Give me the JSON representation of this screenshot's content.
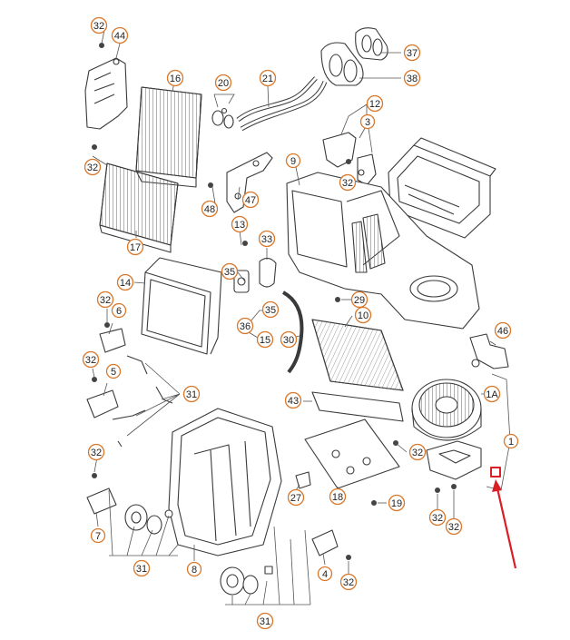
{
  "diagram": {
    "colors": {
      "line": "#3a3a3a",
      "part_fill": "#ffffff",
      "callout_ring": "#d9772a",
      "leader": "#555555",
      "arrow": "#d81f26",
      "highlight": "#d81f26"
    },
    "callouts": [
      {
        "id": "c32a",
        "label": "32"
      },
      {
        "id": "c44",
        "label": "44"
      },
      {
        "id": "c16",
        "label": "16"
      },
      {
        "id": "c20",
        "label": "20"
      },
      {
        "id": "c21",
        "label": "21"
      },
      {
        "id": "c37",
        "label": "37"
      },
      {
        "id": "c38",
        "label": "38"
      },
      {
        "id": "c12",
        "label": "12"
      },
      {
        "id": "c3",
        "label": "3"
      },
      {
        "id": "c9",
        "label": "9"
      },
      {
        "id": "c32b",
        "label": "32"
      },
      {
        "id": "c32c",
        "label": "32"
      },
      {
        "id": "c47",
        "label": "47"
      },
      {
        "id": "c48",
        "label": "48"
      },
      {
        "id": "c17",
        "label": "17"
      },
      {
        "id": "c13",
        "label": "13"
      },
      {
        "id": "c33",
        "label": "33"
      },
      {
        "id": "c14",
        "label": "14"
      },
      {
        "id": "c35a",
        "label": "35"
      },
      {
        "id": "c35b",
        "label": "35"
      },
      {
        "id": "c36",
        "label": "36"
      },
      {
        "id": "c15",
        "label": "15"
      },
      {
        "id": "c29",
        "label": "29"
      },
      {
        "id": "c10",
        "label": "10"
      },
      {
        "id": "c30",
        "label": "30"
      },
      {
        "id": "c46",
        "label": "46"
      },
      {
        "id": "c32d",
        "label": "32"
      },
      {
        "id": "c6",
        "label": "6"
      },
      {
        "id": "c32e",
        "label": "32"
      },
      {
        "id": "c5",
        "label": "5"
      },
      {
        "id": "c31a",
        "label": "31"
      },
      {
        "id": "c43",
        "label": "43"
      },
      {
        "id": "c1A",
        "label": "1A"
      },
      {
        "id": "c1",
        "label": "1"
      },
      {
        "id": "c32f",
        "label": "32"
      },
      {
        "id": "c32g",
        "label": "32"
      },
      {
        "id": "c27",
        "label": "27"
      },
      {
        "id": "c18",
        "label": "18"
      },
      {
        "id": "c19",
        "label": "19"
      },
      {
        "id": "c32h",
        "label": "32"
      },
      {
        "id": "c32i",
        "label": "32"
      },
      {
        "id": "c7",
        "label": "7"
      },
      {
        "id": "c31b",
        "label": "31"
      },
      {
        "id": "c8",
        "label": "8"
      },
      {
        "id": "c4",
        "label": "4"
      },
      {
        "id": "c32j",
        "label": "32"
      },
      {
        "id": "c31c",
        "label": "31"
      }
    ]
  }
}
